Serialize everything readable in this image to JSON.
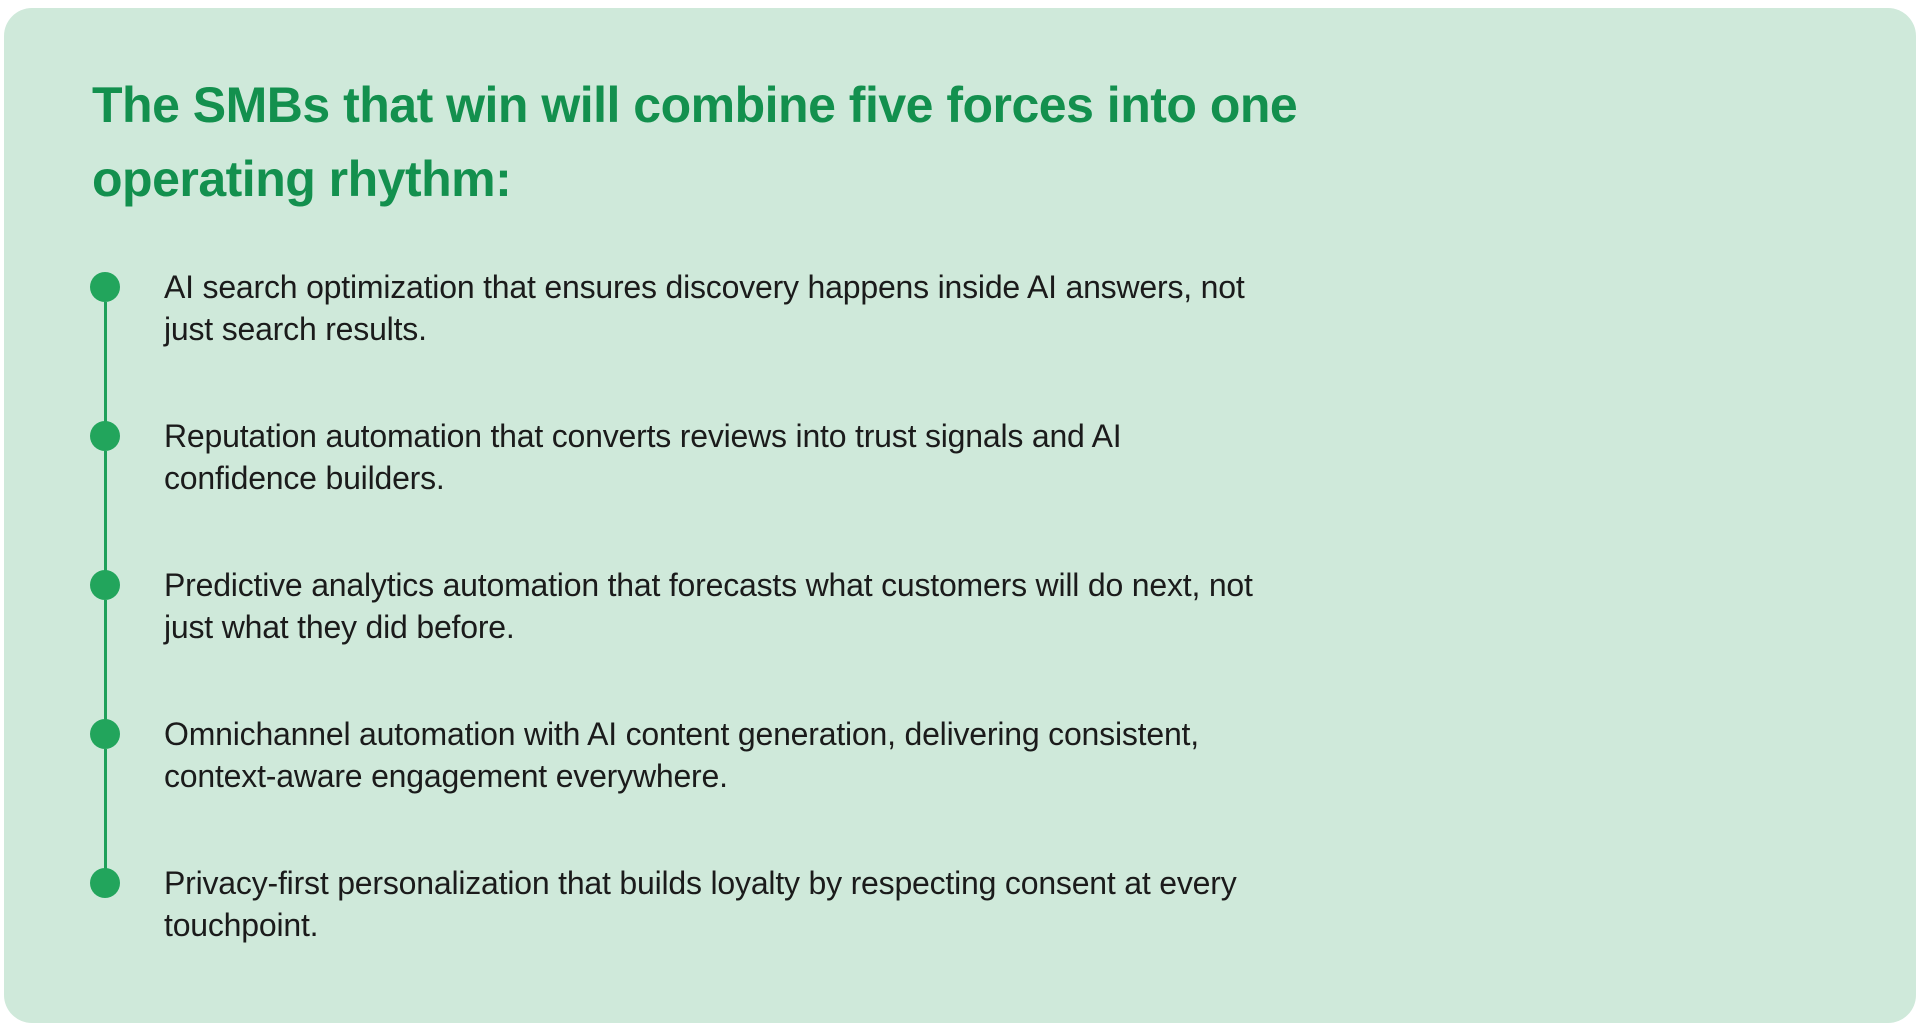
{
  "card": {
    "heading_text": "The SMBs that win will combine five forces into one operating rhythm:",
    "heading_lines": [
      "The SMBs that win will combine five forces into one",
      "operating rhythm:"
    ],
    "bullets": [
      {
        "text": "AI search optimization that ensures discovery happens inside AI answers, not just search results.",
        "lines": [
          "AI search optimization that ensures discovery happens inside AI answers, not",
          "just search results."
        ]
      },
      {
        "text": "Reputation automation that converts reviews into trust signals and AI confidence builders.",
        "lines": [
          "Reputation automation that converts reviews into trust signals and AI",
          "confidence builders."
        ]
      },
      {
        "text": "Predictive analytics automation that forecasts what customers will do next, not just what they did before.",
        "lines": [
          "Predictive analytics automation that forecasts what customers will do next, not",
          "just what they did before."
        ]
      },
      {
        "text": "Omnichannel automation with AI content generation, delivering consistent, context-aware engagement everywhere.",
        "lines": [
          "Omnichannel automation with AI content generation, delivering consistent,",
          "context-aware engagement everywhere."
        ]
      },
      {
        "text": "Privacy-first personalization that builds loyalty by respecting consent at every touchpoint.",
        "lines": [
          "Privacy-first personalization that builds loyalty by respecting consent at every",
          "touchpoint."
        ]
      }
    ],
    "colors": {
      "page_background": "#ffffff",
      "card_background": "#cfe9da",
      "heading_green": "#13904e",
      "bullet_dot_green": "#22a55c",
      "connector_line_green": "#1fa05a",
      "body_text": "#1b1b1b"
    }
  }
}
